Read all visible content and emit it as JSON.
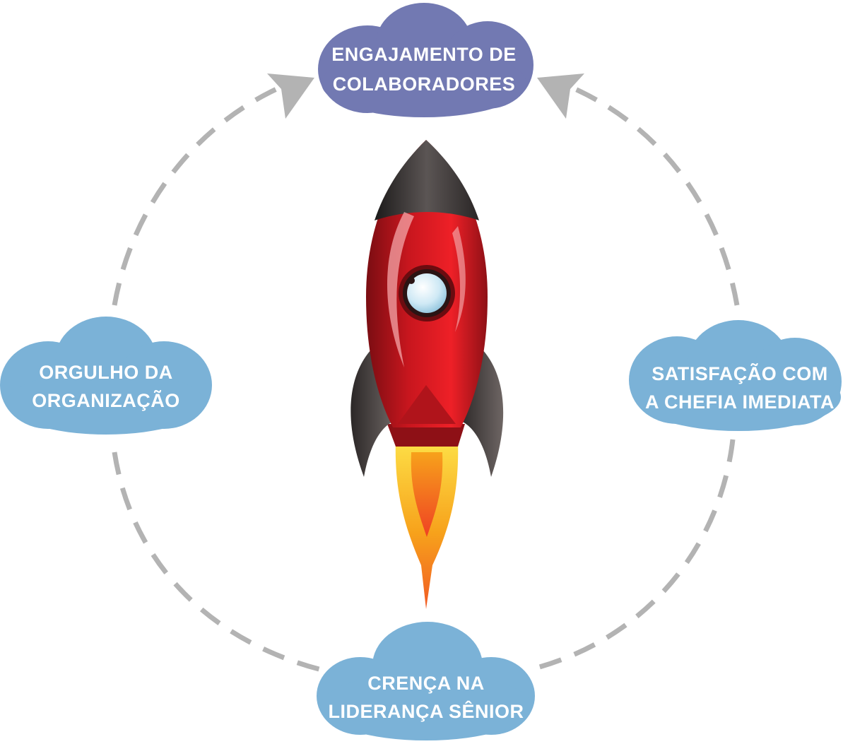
{
  "nodes": {
    "top": {
      "line1": "ENGAJAMENTO DE",
      "line2": "COLABORADORES",
      "color": "#7279B2"
    },
    "left": {
      "line1": "ORGULHO DA",
      "line2": "ORGANIZAÇÃO",
      "color": "#7BB2D7"
    },
    "right": {
      "line1": "SATISFAÇÃO COM",
      "line2": "A CHEFIA IMEDIATA",
      "color": "#7BB2D7"
    },
    "bottom": {
      "line1": "CRENÇA NA",
      "line2": "LIDERANÇA SÊNIOR",
      "color": "#7BB2D7"
    }
  },
  "connector_color": "#B3B3B3",
  "center_icon": "rocket-icon"
}
